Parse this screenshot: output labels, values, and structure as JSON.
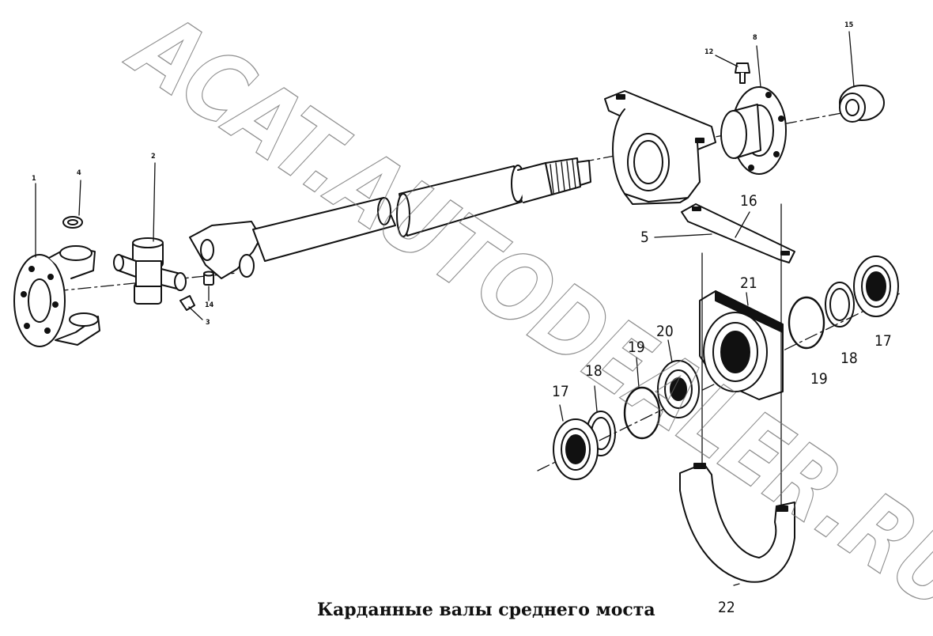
{
  "figure": {
    "caption": "Карданные валы среднего моста",
    "watermark": "ACAT.AUTODEALER.RU",
    "callouts": [
      {
        "id": "1",
        "label": "1"
      },
      {
        "id": "2",
        "label": "2"
      },
      {
        "id": "3",
        "label": "3"
      },
      {
        "id": "4",
        "label": "4"
      },
      {
        "id": "5",
        "label": "5"
      },
      {
        "id": "8",
        "label": "8"
      },
      {
        "id": "12",
        "label": "12"
      },
      {
        "id": "14",
        "label": "14"
      },
      {
        "id": "15",
        "label": "15"
      },
      {
        "id": "16",
        "label": "16"
      },
      {
        "id": "17a",
        "label": "17"
      },
      {
        "id": "17b",
        "label": "17"
      },
      {
        "id": "18a",
        "label": "18"
      },
      {
        "id": "18b",
        "label": "18"
      },
      {
        "id": "19a",
        "label": "19"
      },
      {
        "id": "19b",
        "label": "19"
      },
      {
        "id": "20",
        "label": "20"
      },
      {
        "id": "21",
        "label": "21"
      },
      {
        "id": "22",
        "label": "22"
      }
    ]
  }
}
